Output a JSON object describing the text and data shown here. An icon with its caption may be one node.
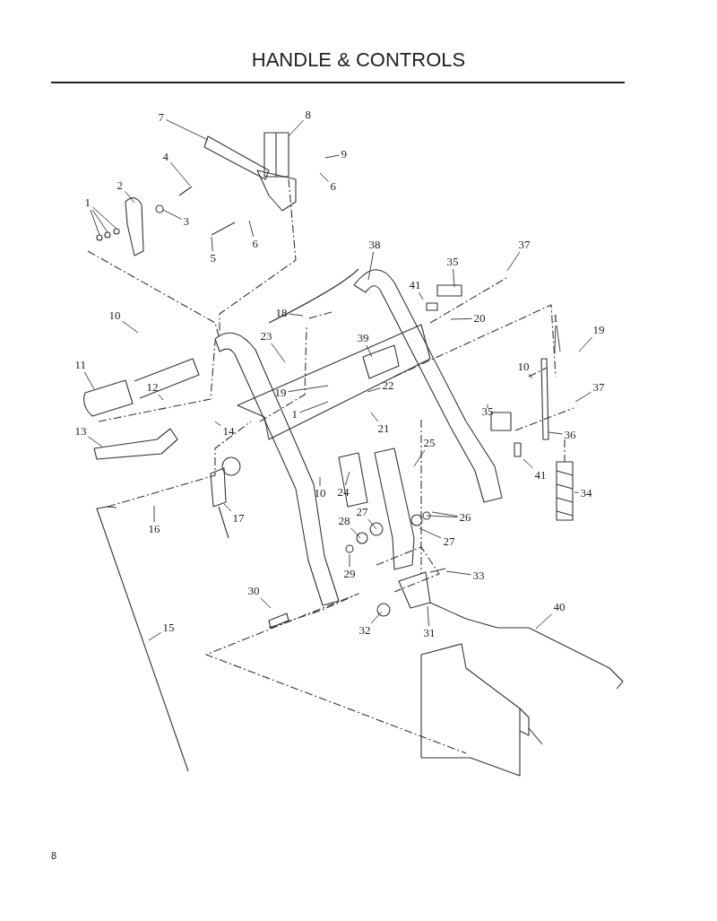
{
  "diagram": {
    "title": "HANDLE & CONTROLS",
    "nodes": [
      {
        "text": [
          "7"
        ]
      },
      {
        "text": [
          "8"
        ]
      },
      {
        "text": [
          "9"
        ]
      },
      {
        "text": [
          "4"
        ]
      },
      {
        "text": [
          "2"
        ]
      },
      {
        "text": [
          "6"
        ]
      },
      {
        "text": [
          "1"
        ]
      },
      {
        "text": [
          "3"
        ]
      },
      {
        "text": [
          "6"
        ]
      },
      {
        "text": [
          "5"
        ]
      },
      {
        "text": [
          "38"
        ]
      },
      {
        "text": [
          "35"
        ]
      },
      {
        "text": [
          "37"
        ]
      },
      {
        "text": [
          "41"
        ]
      },
      {
        "text": [
          "20"
        ]
      },
      {
        "text": [
          "18"
        ]
      },
      {
        "text": [
          "10"
        ]
      },
      {
        "text": [
          "23"
        ]
      },
      {
        "text": [
          "39"
        ]
      },
      {
        "text": [
          "1"
        ]
      },
      {
        "text": [
          "19"
        ]
      },
      {
        "text": [
          "10"
        ]
      },
      {
        "text": [
          "11"
        ]
      },
      {
        "text": [
          "12"
        ]
      },
      {
        "text": [
          "19"
        ]
      },
      {
        "text": [
          "22"
        ]
      },
      {
        "text": [
          "37"
        ]
      },
      {
        "text": [
          "1"
        ]
      },
      {
        "text": [
          "13"
        ]
      },
      {
        "text": [
          "14"
        ]
      },
      {
        "text": [
          "21"
        ]
      },
      {
        "text": [
          "25"
        ]
      },
      {
        "text": [
          "35"
        ]
      },
      {
        "text": [
          "36"
        ]
      },
      {
        "text": [
          "41"
        ]
      },
      {
        "text": [
          "10"
        ]
      },
      {
        "text": [
          "24"
        ]
      },
      {
        "text": [
          "27"
        ]
      },
      {
        "text": [
          "26"
        ]
      },
      {
        "text": [
          "34"
        ]
      },
      {
        "text": [
          "16"
        ]
      },
      {
        "text": [
          "17"
        ]
      },
      {
        "text": [
          "28"
        ]
      },
      {
        "text": [
          "27"
        ]
      },
      {
        "text": [
          "29"
        ]
      },
      {
        "text": [
          "33"
        ]
      },
      {
        "text": [
          "30"
        ]
      },
      {
        "text": [
          "32"
        ]
      },
      {
        "text": [
          "31"
        ]
      },
      {
        "text": [
          "40"
        ]
      },
      {
        "text": [
          "15"
        ]
      }
    ],
    "edges": [
      {
        "from": 0,
        "to": null,
        "arrow": "none"
      },
      {
        "from": 1,
        "to": null,
        "arrow": "none"
      },
      {
        "from": 2,
        "to": null,
        "arrow": "none"
      },
      {
        "from": 3,
        "to": null,
        "arrow": "none"
      },
      {
        "from": 4,
        "to": null,
        "arrow": "none"
      },
      {
        "from": 5,
        "to": null,
        "arrow": "none"
      },
      {
        "from": 6,
        "to": null,
        "arrow": "none"
      },
      {
        "from": 6,
        "to": null,
        "arrow": "none"
      },
      {
        "from": 6,
        "to": null,
        "arrow": "none"
      },
      {
        "from": 7,
        "to": null,
        "arrow": "none"
      },
      {
        "from": 8,
        "to": null,
        "arrow": "none"
      },
      {
        "from": 9,
        "to": null,
        "arrow": "none"
      },
      {
        "from": 10,
        "to": null,
        "arrow": "none"
      },
      {
        "from": 11,
        "to": null,
        "arrow": "none"
      },
      {
        "from": 12,
        "to": null,
        "arrow": "none"
      },
      {
        "from": 13,
        "to": null,
        "arrow": "none"
      },
      {
        "from": 14,
        "to": null,
        "arrow": "none"
      },
      {
        "from": 15,
        "to": null,
        "arrow": "none"
      },
      {
        "from": 16,
        "to": null,
        "arrow": "none"
      },
      {
        "from": 17,
        "to": null,
        "arrow": "none"
      },
      {
        "from": 18,
        "to": null,
        "arrow": "none"
      },
      {
        "from": 19,
        "to": null,
        "arrow": "none"
      },
      {
        "from": 19,
        "to": null,
        "arrow": "none"
      },
      {
        "from": 20,
        "to": null,
        "arrow": "none"
      },
      {
        "from": 21,
        "to": null,
        "arrow": "none"
      },
      {
        "from": 22,
        "to": null,
        "arrow": "none"
      },
      {
        "from": 23,
        "to": null,
        "arrow": "none"
      },
      {
        "from": 24,
        "to": null,
        "arrow": "none"
      },
      {
        "from": 25,
        "to": null,
        "arrow": "none"
      },
      {
        "from": 26,
        "to": null,
        "arrow": "none"
      },
      {
        "from": 27,
        "to": null,
        "arrow": "none"
      },
      {
        "from": 28,
        "to": null,
        "arrow": "none"
      },
      {
        "from": 29,
        "to": null,
        "arrow": "none"
      },
      {
        "from": 30,
        "to": null,
        "arrow": "none"
      },
      {
        "from": 31,
        "to": null,
        "arrow": "none"
      },
      {
        "from": 32,
        "to": null,
        "arrow": "none"
      },
      {
        "from": 33,
        "to": null,
        "arrow": "none"
      },
      {
        "from": 34,
        "to": null,
        "arrow": "none"
      },
      {
        "from": 35,
        "to": null,
        "arrow": "none"
      },
      {
        "from": 36,
        "to": null,
        "arrow": "none"
      },
      {
        "from": 37,
        "to": null,
        "arrow": "none"
      },
      {
        "from": 38,
        "to": null,
        "arrow": "none"
      },
      {
        "from": 38,
        "to": null,
        "arrow": "none"
      },
      {
        "from": 39,
        "to": null,
        "arrow": "none"
      },
      {
        "from": 40,
        "to": null,
        "arrow": "none"
      },
      {
        "from": 41,
        "to": null,
        "arrow": "none"
      },
      {
        "from": 42,
        "to": null,
        "arrow": "none"
      },
      {
        "from": 43,
        "to": null,
        "arrow": "none"
      },
      {
        "from": 44,
        "to": null,
        "arrow": "none"
      },
      {
        "from": 45,
        "to": null,
        "arrow": "none"
      },
      {
        "from": 46,
        "to": null,
        "arrow": "none"
      },
      {
        "from": 47,
        "to": null,
        "arrow": "none"
      },
      {
        "from": 48,
        "to": null,
        "arrow": "none"
      },
      {
        "from": 49,
        "to": null,
        "arrow": "none"
      },
      {
        "from": 50,
        "to": null,
        "arrow": "none"
      }
    ],
    "labels": [
      "8"
    ]
  }
}
